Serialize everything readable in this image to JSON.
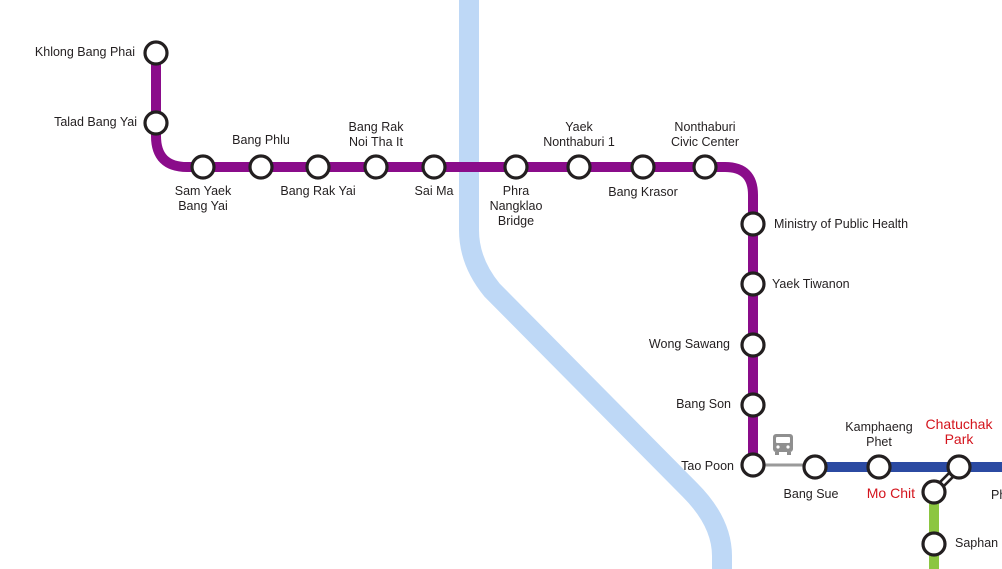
{
  "colors": {
    "purple_line": "#8a0c8a",
    "blue_line": "#2b4aa2",
    "green_line": "#8cc641",
    "river": "#bed8f6",
    "walkway": "#9a9a9a",
    "station_fill": "#ffffff",
    "station_stroke": "#231f20",
    "text": "#231f20",
    "interchange_text": "#d4141d"
  },
  "stations": {
    "khlong_bang_phai": "Khlong Bang Phai",
    "talad_bang_yai": "Talad Bang Yai",
    "sam_yaek_bang_yai": [
      "Sam Yaek",
      "Bang Yai"
    ],
    "bang_phlu": "Bang Phlu",
    "bang_rak_yai": "Bang Rak Yai",
    "bang_rak_noi_tha_it": [
      "Bang Rak",
      "Noi Tha It"
    ],
    "sai_ma": "Sai Ma",
    "phra_nangklao_bridge": [
      "Phra",
      "Nangklao",
      "Bridge"
    ],
    "yaek_nonthaburi_1": [
      "Yaek",
      "Nonthaburi 1"
    ],
    "bang_krasor": "Bang Krasor",
    "nonthaburi_civic_center": [
      "Nonthaburi",
      "Civic Center"
    ],
    "ministry_of_public_health": "Ministry of Public Health",
    "yaek_tiwanon": "Yaek Tiwanon",
    "wong_sawang": "Wong Sawang",
    "bang_son": "Bang Son",
    "tao_poon": "Tao Poon",
    "bang_sue": "Bang Sue",
    "kamphaeng_phet": [
      "Kamphaeng",
      "Phet"
    ],
    "chatuchak_park": [
      "Chatuchak",
      "Park"
    ],
    "mo_chit": "Mo Chit",
    "saphan": "Saphan",
    "ph_cut": "Ph"
  },
  "icons": {
    "bus": "bus-icon"
  }
}
